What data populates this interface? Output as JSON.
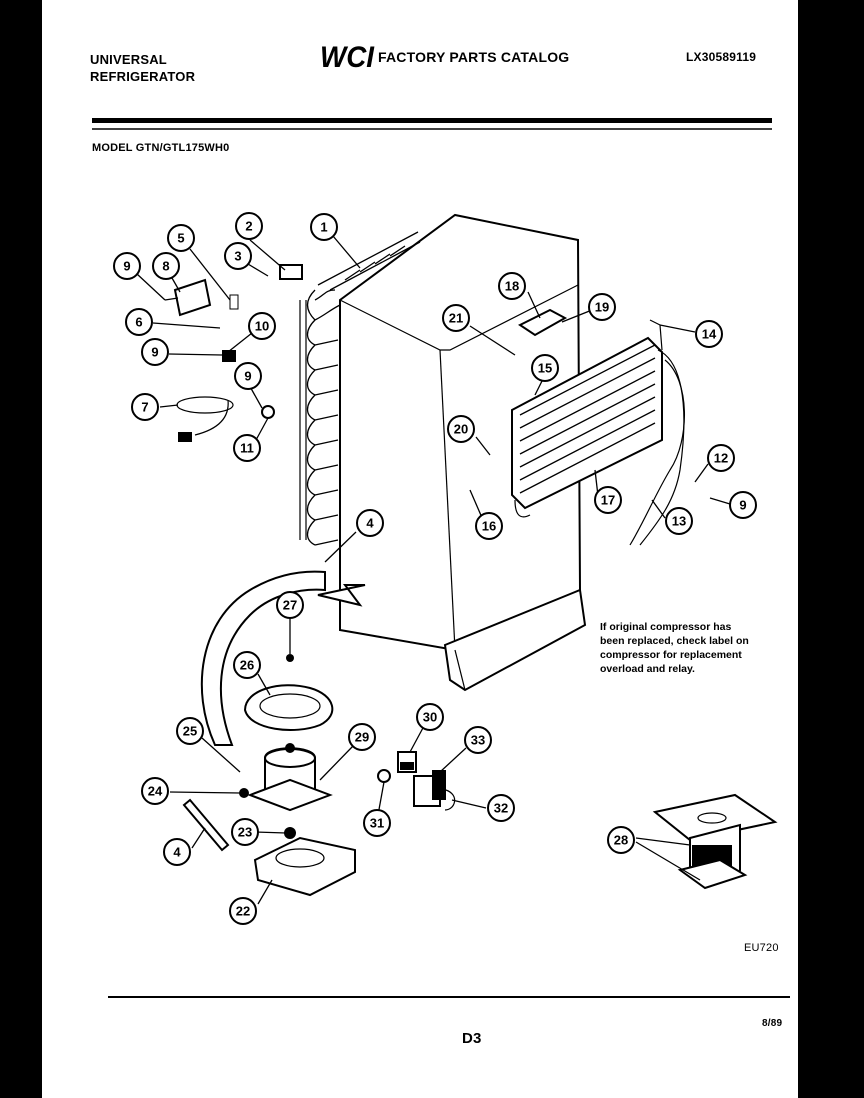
{
  "header": {
    "brand_line1": "UNIVERSAL",
    "brand_line2": "REFRIGERATOR",
    "logo_text": "WCI",
    "catalog_title": "FACTORY PARTS CATALOG",
    "catalog_number": "LX30589119"
  },
  "model_line": "MODEL GTN/GTL175WH0",
  "note_lines": [
    "If original compressor has",
    "been replaced, check label on",
    "compressor for replacement",
    "overload and relay."
  ],
  "callouts": [
    "1",
    "2",
    "3",
    "5",
    "8",
    "9",
    "6",
    "10",
    "9",
    "9",
    "7",
    "11",
    "18",
    "19",
    "21",
    "14",
    "15",
    "20",
    "12",
    "9",
    "17",
    "13",
    "16",
    "4",
    "27",
    "26",
    "25",
    "24",
    "23",
    "4",
    "22",
    "29",
    "30",
    "33",
    "31",
    "32",
    "28"
  ],
  "drawing_number": "EU720",
  "page_number": "D3",
  "date_code": "8/89",
  "colors": {
    "paper": "#ffffff",
    "ink": "#000000",
    "border": "#000000"
  }
}
